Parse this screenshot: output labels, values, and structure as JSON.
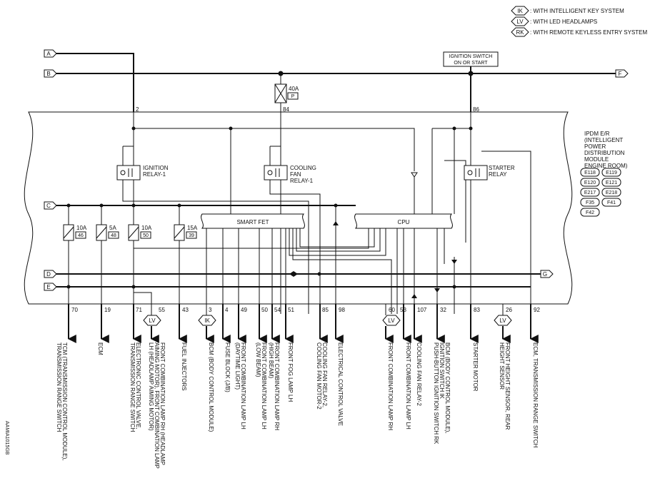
{
  "legend": [
    {
      "code": "IK",
      "text": ": WITH INTELLIGENT KEY SYSTEM"
    },
    {
      "code": "LV",
      "text": ": WITH LED HEADLAMPS"
    },
    {
      "code": "RK",
      "text": ": WITH REMOTE KEYLESS ENTRY SYSTEM"
    }
  ],
  "connectors_left": [
    "A",
    "B",
    "C",
    "D",
    "E"
  ],
  "connectors_right": [
    "F",
    "G"
  ],
  "ignition_switch": [
    "IGNITION SWITCH",
    "ON OR START"
  ],
  "fuse_main": {
    "rating": "40A",
    "code": "P"
  },
  "terminals_top": [
    "2",
    "84",
    "86"
  ],
  "module": {
    "lines": [
      "IPDM E/R",
      "(INTELLIGENT",
      "POWER",
      "DISTRIBUTION",
      "MODULE",
      "ENGINE ROOM)"
    ],
    "connectors": [
      "E118",
      "E119",
      "E120",
      "E121",
      "E217",
      "E218",
      "F35",
      "F41",
      "F42"
    ]
  },
  "relays": [
    {
      "lines": [
        "IGNITION",
        "RELAY-1"
      ]
    },
    {
      "lines": [
        "COOLING",
        "FAN",
        "RELAY-1"
      ]
    },
    {
      "lines": [
        "STARTER",
        "RELAY"
      ]
    }
  ],
  "fuses": [
    {
      "rating": "10A",
      "num": "46"
    },
    {
      "rating": "5A",
      "num": "48"
    },
    {
      "rating": "10A",
      "num": "50"
    },
    {
      "rating": "15A",
      "num": "39"
    }
  ],
  "smart_fet": "SMART FET",
  "cpu": "CPU",
  "option_tags": [
    {
      "code": "LV"
    },
    {
      "code": "IK"
    },
    {
      "code": "LV"
    },
    {
      "code": "LV"
    }
  ],
  "outputs": [
    {
      "pin": "70",
      "lines": [
        "TCM (TRANSMISSION CONTROL MODULE),",
        "TRANSMISSION RANGE SWITCH"
      ]
    },
    {
      "pin": "19",
      "lines": [
        "ECM"
      ]
    },
    {
      "pin": "71",
      "lines": [
        "ELECTRONIC CONTROL VALVE,",
        "TRANSMISSION RANGE SWITCH"
      ]
    },
    {
      "pin": "55",
      "lines": [
        "FRONT COMBINATION LAMP RH (HEADLAMP",
        "AIMING MOTOR), FRONT COMBINATION LAMP",
        "LH (HEADLAMP AIMING MOTOR)"
      ]
    },
    {
      "pin": "43",
      "lines": [
        "FUEL INJECTORS"
      ]
    },
    {
      "pin": "3",
      "lines": [
        "BCM (BODY CONTROL MODULE)"
      ]
    },
    {
      "pin": "4",
      "lines": [
        "FUSE BLOCK (J/B)"
      ]
    },
    {
      "pin": "49",
      "lines": [
        "FRONT COMBINATION LAMP LH",
        "(DAYTIME LIGHT)"
      ]
    },
    {
      "pin": "50",
      "lines": [
        "FRONT COMBINATION LAMP LH",
        "(LOW BEAM)"
      ]
    },
    {
      "pin": "54",
      "lines": [
        "FRONT COMBINATION LAMP RH",
        "(HIGH BEAM)"
      ]
    },
    {
      "pin": "51",
      "lines": [
        "FRONT FOG LAMP LH"
      ]
    },
    {
      "pin": "85",
      "lines": [
        "COOLING FAN RELAY-2,",
        "COOLING FAN MOTOR-2"
      ]
    },
    {
      "pin": "98",
      "lines": [
        "ELECTRICAL CONTROL VALVE"
      ]
    },
    {
      "pin": "60",
      "lines": [
        "FRONT COMBINATION LAMP RH"
      ]
    },
    {
      "pin": "53",
      "lines": [
        "FRONT COMBINATION LAMP LH"
      ]
    },
    {
      "pin": "107",
      "lines": [
        "COOLING FAN RELAY-2"
      ]
    },
    {
      "pin": "32",
      "lines": [
        "BCM (BODY CONTROL MODULE),",
        "IGNITION SWITCH",
        "PUSH-BUTTON IGNITION SWITCH"
      ]
    },
    {
      "pin": "83",
      "lines": [
        "STARTER MOTOR"
      ]
    },
    {
      "pin": "26",
      "lines": [
        "FRONT HEIGHT SENSOR, REAR",
        "HEIGHT SENSOR"
      ]
    },
    {
      "pin": "92",
      "lines": [
        "ECM, TRANSMISSION RANGE SWITCH"
      ]
    }
  ],
  "inline_tags": {
    "ik": "IK",
    "rk": "RK"
  },
  "figure_id": "AAMIA1015GB"
}
